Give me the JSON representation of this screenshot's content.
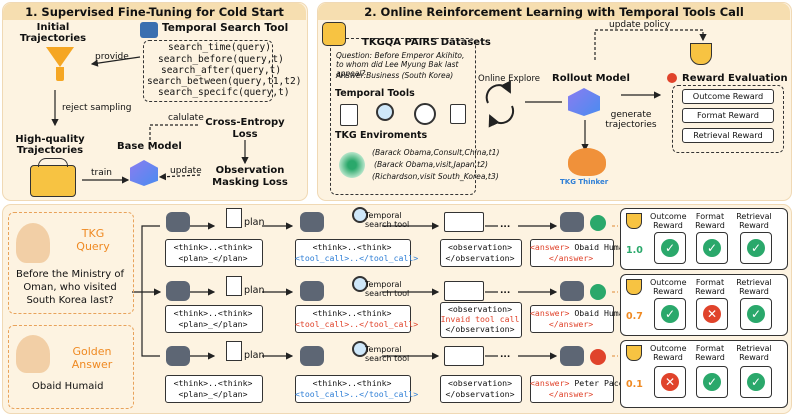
{
  "left_panel": {
    "title": "1. Supervised Fine-Tuning for Cold Start",
    "initial_trajectories": "Initial Trajectories",
    "temporal_search_tool_title": "Temporal Search Tool",
    "tools": [
      "search_time(query)",
      "search_before(query,t)",
      "search_after(query,t)",
      "search_between(query,t1,t2)",
      "search_specifc(query,t)"
    ],
    "provide": "provide",
    "reject_sampling": "reject sampling",
    "high_quality": "High-quality Trajectories",
    "base_model": "Base Model",
    "calculate": "calulate",
    "cross_entropy": "Cross-Entropy Loss",
    "train": "train",
    "update": "update",
    "masking_loss": "Observation Masking Loss"
  },
  "right_panel": {
    "title": "2. Online Reinforcement Learning with Temporal Tools Call",
    "dataset_title": "TKGQA PAIRS Datasets",
    "question": "Question: Before Emperor Akihito, to whom did Lee Myung Bak last appeal?",
    "answer": "Answer:Business (South Korea)",
    "temporal_tools": "Temporal Tools",
    "tkg_env": "TKG Enviroments",
    "tuples": [
      "(Barack Obama,Consult,China,t1)",
      "(Barack Obama,visit,Japan,t2)",
      "(Richardson,visit South_Korea,t3)"
    ],
    "online_explore": "Online Explore",
    "rollout_model": "Rollout Model",
    "update_policy": "update policy",
    "generate": "generate trajectories",
    "reward_eval": "Reward Evaluation",
    "rewards": [
      "Outcome Reward",
      "Format Reward",
      "Retrieval Reward"
    ],
    "logo_text": "TKG Thinker"
  },
  "bottom": {
    "query_title": "TKG Query",
    "query_text": "Before the Ministry of Oman, who visited South Korea last?",
    "golden_title": "Golden Answer",
    "golden_text": "Obaid Humaid",
    "plan": "plan",
    "temporal_search_tool": "Temporal search tool",
    "ellipsis": "...",
    "rows": [
      {
        "c1a": "<think>..<think>",
        "c1b": "<plan>_</plan>",
        "c2a": "<think>..<think>",
        "c2b": "<tool_call>..</tool_call>",
        "c3a": "<observation>",
        "c3b": "</observation>",
        "ans_open": "<answer>",
        "ans": "Obaid Humaid",
        "ans_close": "</answer>",
        "score": "1.0",
        "marks": [
          "check",
          "check",
          "check"
        ]
      },
      {
        "c1a": "<think>..<think>",
        "c1b": "<plan>_</plan>",
        "c2a": "<think>..<think>",
        "c2b": "<tool_call>..</tool_call>",
        "c3a": "<observation>",
        "c3b": "Invaid tool call",
        "c3c": "</observation>",
        "ans_open": "<answer>",
        "ans": "Obaid Humaid",
        "ans_close": "</answer>",
        "score": "0.7",
        "marks": [
          "check",
          "cross",
          "check"
        ]
      },
      {
        "c1a": "<think>..<think>",
        "c1b": "<plan>_</plan>",
        "c2a": "<think>..<think>",
        "c2b": "<tool_call>..</tool_call>",
        "c3a": "<observation>",
        "c3b": "</observation>",
        "ans_open": "<answer>",
        "ans": "Peter Pace",
        "ans_close": "</answer>",
        "score": "0.1",
        "marks": [
          "cross",
          "check",
          "check"
        ]
      }
    ],
    "reward_headers": [
      "Outcome Reward",
      "Format Reward",
      "Retrieval Reward"
    ]
  },
  "colors": {
    "panel_bg": "#fdf3e1",
    "header_bg": "#f6deb0",
    "blue": "#2f7fd6",
    "orange": "#ef8a23",
    "red": "#e0432b",
    "green": "#2aa86b"
  }
}
